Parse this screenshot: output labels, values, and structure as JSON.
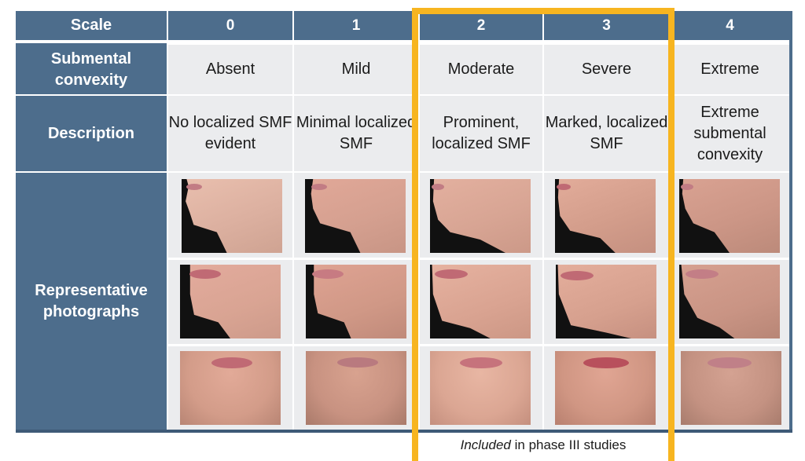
{
  "table": {
    "row_headers": {
      "scale": "Scale",
      "convexity": "Submental convexity",
      "description": "Description",
      "photos": "Representative photographs"
    },
    "columns": [
      {
        "scale": "0",
        "convexity": "Absent",
        "description": "No localized SMF evident",
        "included": false
      },
      {
        "scale": "1",
        "convexity": "Mild",
        "description": "Minimal localized SMF",
        "included": false
      },
      {
        "scale": "2",
        "convexity": "Moderate",
        "description": "Prominent, localized SMF",
        "included": true
      },
      {
        "scale": "3",
        "convexity": "Severe",
        "description": "Marked, localized SMF",
        "included": true
      },
      {
        "scale": "4",
        "convexity": "Extreme",
        "description": "Extreme submental convexity",
        "included": false
      }
    ],
    "photo_views": [
      "profile",
      "oblique",
      "frontal"
    ]
  },
  "highlight": {
    "caption_italic": "Included",
    "caption_rest": " in phase III studies",
    "color": "#f7b520"
  },
  "colors": {
    "header_bg": "#4d6d8c",
    "cell_bg": "#ebecee",
    "highlight": "#f7b520"
  }
}
